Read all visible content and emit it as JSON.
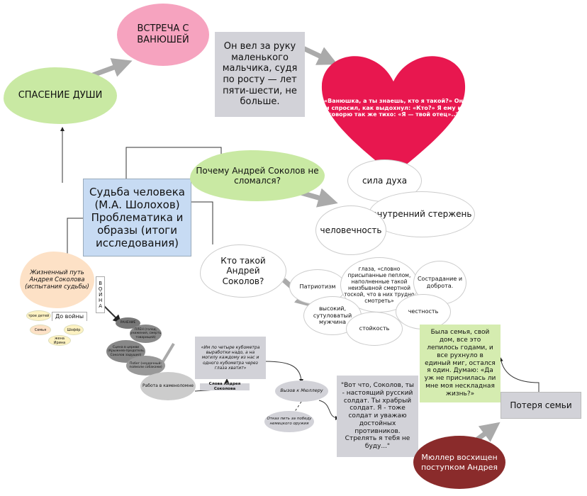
{
  "colors": {
    "pink": "#f6a3bf",
    "heart": "#e8174f",
    "green": "#c9e9a3",
    "blue": "#c7dbf3",
    "gray": "#d2d2d8",
    "peach": "#fde1c6",
    "darkred": "#8a2b2b",
    "darkgray": "#7c7c7c"
  },
  "center": {
    "title": "Судьба человека (М.А. Шолохов) Проблематика и образы (итоги исследования)"
  },
  "top": {
    "meeting": "ВСТРЕЧА С ВАНЮШЕЙ",
    "quote": "Он вел за руку маленького мальчика, судя по росту — лет пяти-шести, не больше.",
    "heart": "«Ванюшка, а ты знаешь, кто я такой?» Он и спросил, как выдохнул: «Кто?» Я ему и говорю так же тихо: «Я — твой отец»..\"",
    "salvation": "СПАСЕНИЕ ДУШИ"
  },
  "why": {
    "question": "Почему Андрей Соколов не сломался?",
    "answers": [
      "сила духа",
      "внутренний стержень",
      "человечность"
    ]
  },
  "who": {
    "question": "Кто такой Андрей Соколов?",
    "traits": [
      "Патриотизм",
      "глаза, «словно присыпанные пеплом, наполненные такой неизбывной смертной тоской, что в них трудно смотреть»",
      "Сострадание и доброта.",
      "высокий, сутуловатый мужчина",
      "честность",
      "стойкость"
    ]
  },
  "family": {
    "quote": "Была семья, свой дом, все это лепилось годами, и все рухнуло в единый миг, остался я один. Думаю: «Да уж не приснилась ли мне моя нескладная жизнь?»",
    "loss": "Потеря семьи"
  },
  "life": {
    "title": "Жизненный путь Андрея Соколова (испытания судьбы)",
    "war": "ВОЙНА",
    "before": "До войны",
    "family_items": [
      "трое детей",
      "Семья",
      "Шофёр",
      "жена Ирина"
    ],
    "war_items": [
      "РАНЕНИЕ",
      "ПЛЕН (голод, унижения, смерть товарищей)",
      "Сцена в церкви (Крыжнев-предатель Соколов задушил)",
      "Побег (неудачный: поймали собаками)",
      "Работа в каменоломне"
    ]
  },
  "muller": {
    "words": "«Им по четыре кубометра выработки надо, а на могилу каждому из нас и одного кубометра через глаза хватит»",
    "words_label": "Слова Андрея Соколова",
    "call": "Вызов к Мюллеру",
    "refusal": "Отказ пить за победу немецкого оружия",
    "speech": "\"Вот что, Соколов, ты - настоящий русский солдат. Ты храбрый солдат. Я - тоже солдат и уважаю достойных противников. Стрелять я тебя не буду...\"",
    "admired": "Мюллер восхищен поступком Андрея"
  }
}
